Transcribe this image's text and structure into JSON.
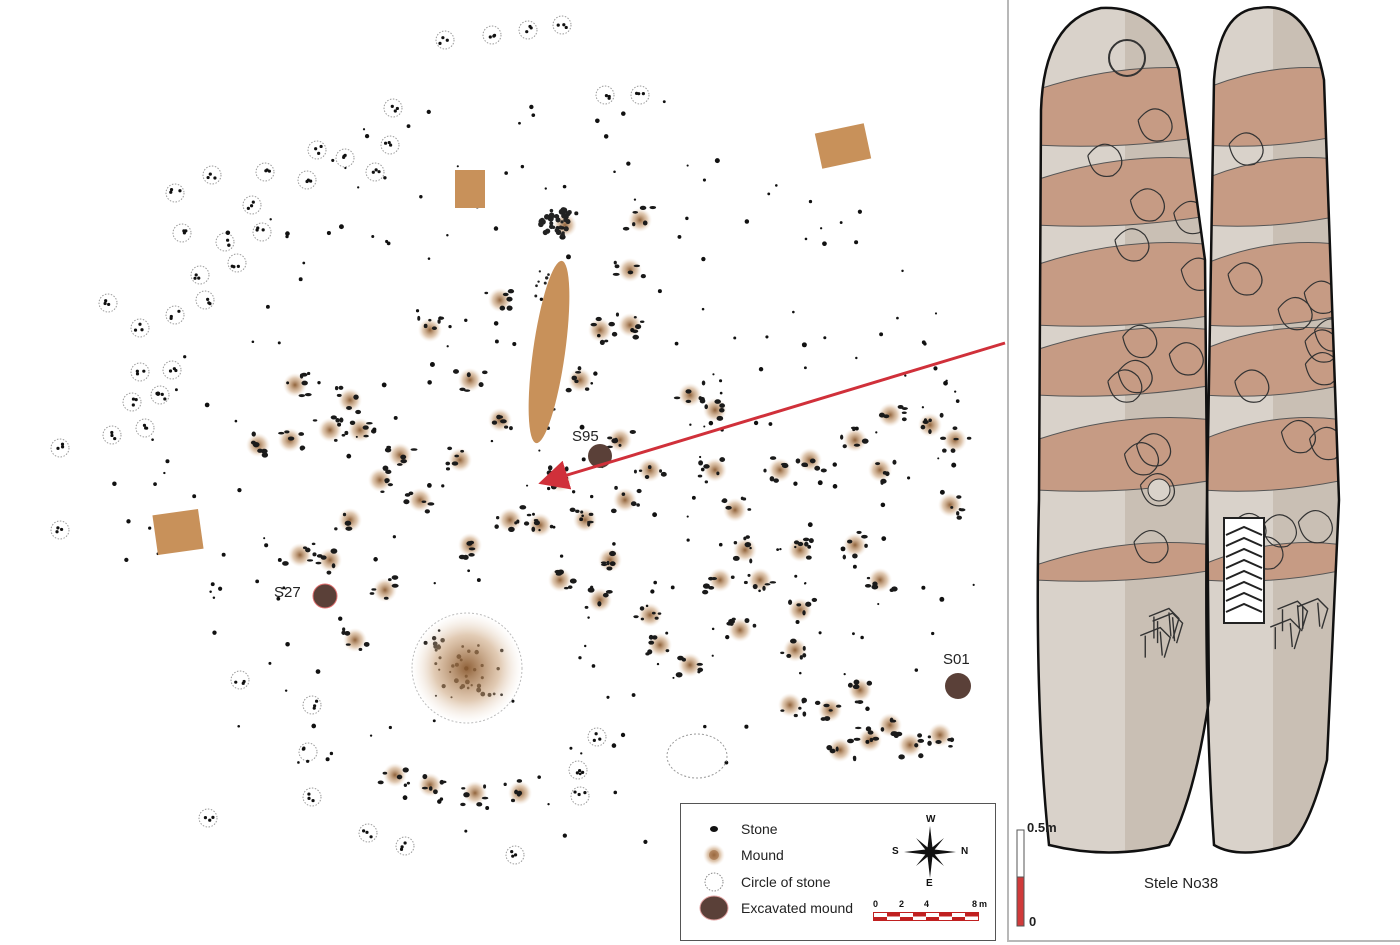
{
  "site_labels": {
    "s95": "S95",
    "s27": "S27",
    "s01": "S01"
  },
  "legend": {
    "items": [
      {
        "label": "Stone",
        "symbol": "stone"
      },
      {
        "label": "Mound",
        "symbol": "mound"
      },
      {
        "label": "Circle of stone",
        "symbol": "circle-of-stone"
      },
      {
        "label": "Excavated mound",
        "symbol": "excavated-mound"
      }
    ],
    "compass": {
      "top": "W",
      "left": "S",
      "right": "N",
      "bottom": "E"
    },
    "scale_bar": {
      "ticks": [
        "0",
        "2",
        "4",
        "8"
      ],
      "unit": "m"
    }
  },
  "stele": {
    "caption": "Stele No38",
    "scale_top": "0.5m",
    "scale_bottom": "0"
  },
  "colors": {
    "mound": "#b07a4a",
    "rectangle_feature": "#c8915a",
    "arrow": "#d0303a",
    "stele_stone": "#d6cfc6",
    "stele_band": "#c69b84"
  }
}
